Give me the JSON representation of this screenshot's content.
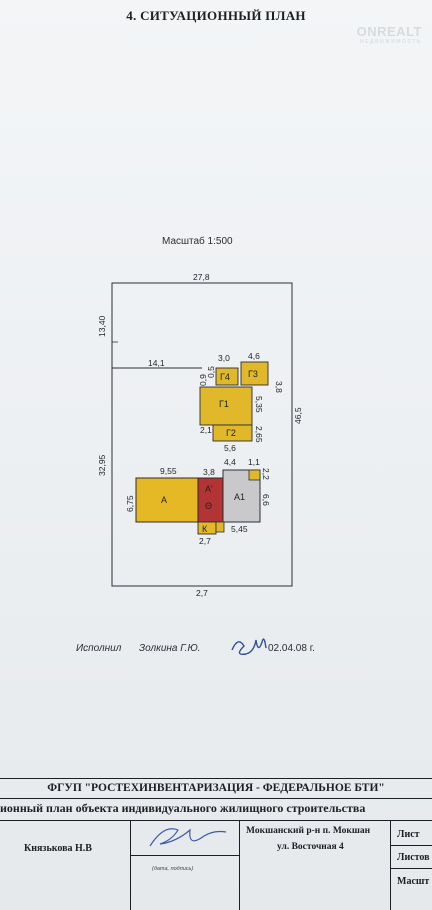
{
  "heading": "4. СИТУАЦИОННЫЙ ПЛАН",
  "watermark": {
    "brand": "ONREALT",
    "sub": "НЕДВИЖИМОСТЬ"
  },
  "scale": "Масштаб  1:500",
  "plot_dims": {
    "top": "27,8",
    "left_upper": "13,40",
    "left_lower": "32,95",
    "right": "46,5",
    "bottom": "2,7",
    "inner_line": "14,1"
  },
  "buildings": {
    "g4": {
      "label": "Г4",
      "top_dim": "3,0",
      "left_dims": [
        "0,9",
        "0,5"
      ]
    },
    "g3": {
      "label": "Г3",
      "top_dim": "4,6",
      "right_dim": "3,8"
    },
    "g1": {
      "label": "Г1",
      "right_dim": "5,35"
    },
    "g2": {
      "label": "Г2",
      "left_dim": "2,1",
      "right_dim": "2,65",
      "bottom_dim": "5,6"
    },
    "a": {
      "label": "А",
      "top_dim": "9,55",
      "left_dim": "6,75"
    },
    "a_prime": {
      "label": "А'",
      "top_dim": "3,8",
      "symbol": "Θ"
    },
    "a1": {
      "label": "А1",
      "top_dim": "4,4",
      "right_dims": [
        "2,2",
        "6,6"
      ],
      "corner_dim": "1,1",
      "bottom_dim": "5,45"
    },
    "k": {
      "label": "К",
      "bottom_dim": "2,7"
    }
  },
  "colors": {
    "outbuilding": "#e0b82a",
    "house_a": "#e5b826",
    "house_a_prime": "#b23434",
    "house_a1": "#c9c9cc"
  },
  "executor": {
    "label": "Исполнил",
    "name": "Золкина Г.Ю.",
    "signature": "Зол",
    "date": "02.04.08  г."
  },
  "footer": {
    "organization": "ФГУП \"РОСТЕХИНВЕНТАРИЗАЦИЯ - ФЕДЕРАЛЬНОЕ БТИ\"",
    "plan_title": "ионный план объекта индивидуального жилищного строительства",
    "person": "Князькова Н.В",
    "signature_caption": "(дата, подпись)",
    "address_line1": "Мокшанский р-н п. Мокшан",
    "address_line2": "ул. Восточная 4",
    "sheet": "Лист",
    "sheets": "Листов",
    "scale": "Масшт"
  }
}
